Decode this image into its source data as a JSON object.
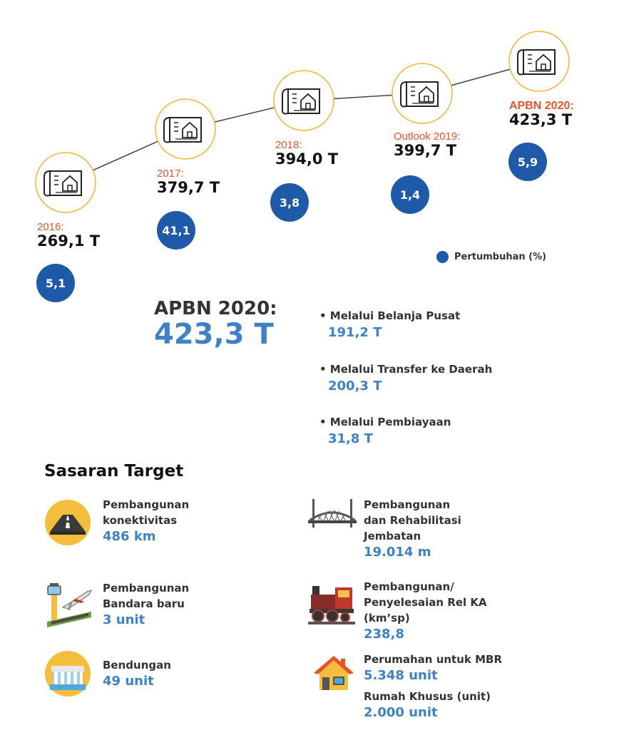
{
  "chart_data": {
    "type": "line",
    "title": "",
    "xlabel": "",
    "ylabel": "",
    "categories": [
      "2016:",
      "2017:",
      "2018:",
      "Outlook 2019:",
      "APBN 2020:"
    ],
    "series": [
      {
        "name": "",
        "values": [
          269.1,
          379.7,
          394.0,
          399.7,
          423.3
        ]
      },
      {
        "name": "Pertumbuhan (%)",
        "values": [
          5.1,
          41.1,
          3.8,
          1.4,
          5.9
        ]
      }
    ],
    "value_labels": [
      "269,1 T",
      "379,7 T",
      "394,0 T",
      "399,7 T",
      "423,3 T"
    ],
    "growth_labels": [
      "5,1",
      "41,1",
      "3,8",
      "1,4",
      "5,9"
    ],
    "icon": "blueprint-house-icon",
    "legend": {
      "label": "Pertumbuhan (%)",
      "position": "right"
    },
    "colors": {
      "line": "#444444",
      "icon_ring": "#f2b535",
      "growth": "#1f5aa8",
      "year_label": "#e8542a"
    }
  },
  "summary": {
    "title": "APBN 2020:",
    "value": "423,3 T",
    "breakdown": [
      {
        "label": "• Melalui Belanja Pusat",
        "value": "191,2 T"
      },
      {
        "label": "• Melalui Transfer ke Daerah",
        "value": "200,3 T"
      },
      {
        "label": "• Melalui Pembiayaan",
        "value": "31,8 T"
      }
    ]
  },
  "targets": {
    "heading": "Sasaran Target",
    "left": [
      {
        "icon": "road-icon",
        "lines": [
          "Pembangunan",
          "konektivitas"
        ],
        "value": "486 km"
      },
      {
        "icon": "airport-icon",
        "lines": [
          "Pembangunan",
          "Bandara baru"
        ],
        "value": "3 unit"
      },
      {
        "icon": "dam-icon",
        "lines": [
          "Bendungan"
        ],
        "value": "49 unit"
      }
    ],
    "right": [
      {
        "icon": "bridge-icon",
        "lines": [
          "Pembangunan",
          "dan Rehabilitasi",
          "Jembatan"
        ],
        "value": "19.014 m"
      },
      {
        "icon": "train-icon",
        "lines": [
          "Pembangunan/",
          "Penyelesaian Rel KA",
          "(km’sp)"
        ],
        "value": "238,8"
      },
      {
        "icon": "house-icon",
        "lines": [
          "Perumahan untuk MBR"
        ],
        "value": "5.348 unit"
      },
      {
        "icon": "",
        "lines": [
          "Rumah Khusus (unit)"
        ],
        "value": "2.000 unit"
      }
    ]
  },
  "colors": {
    "accent_blue": "#3c82c4",
    "dark_blue": "#1f5aa8",
    "orange": "#e8542a",
    "gold": "#f2b535"
  }
}
